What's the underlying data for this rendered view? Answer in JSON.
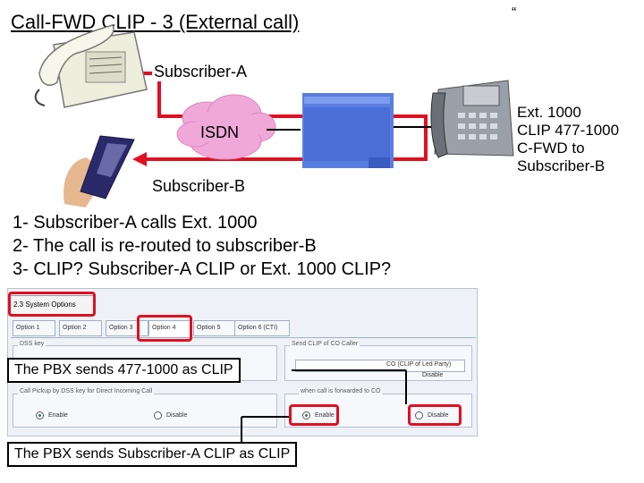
{
  "slide": {
    "title": "Call-FWD CLIP - 3 (External call)",
    "quote_mark": "“"
  },
  "diagram": {
    "subscriber_a": "Subscriber-A",
    "subscriber_b": "Subscriber-B",
    "network": "ISDN",
    "extension_info": [
      "Ext. 1000",
      "CLIP 477-1000",
      "C-FWD to",
      "Subscriber-B"
    ]
  },
  "steps": [
    "1- Subscriber-A calls Ext. 1000",
    "2- The call is re-routed to subscriber-B",
    "3- CLIP? Subscriber-A CLIP or Ext. 1000 CLIP?"
  ],
  "dialog": {
    "title": "2.3 System Options",
    "tabs": [
      "Option 1",
      "Option 2",
      "Option 3",
      "Option 4",
      "Option 5",
      "Option 6 (CTI)"
    ],
    "selected_tab": "Option 4",
    "left_group_label": "DSS key",
    "right_group_label": "Send CLIP of CO Caller",
    "right_dropdown_value": "CO (CLIP of Led Party)",
    "right_dropdown_state": "Disable",
    "lower_left_label": "Call Pickup by DSS key for Direct Incoming Call",
    "lower_left_options": [
      "Enable",
      "Disable"
    ],
    "lower_right_label": "when call is forwarded to CO",
    "lower_right_options": [
      "Enable",
      "Disable"
    ]
  },
  "callouts": {
    "upper": "The PBX sends 477-1000 as CLIP",
    "lower": "The PBX sends Subscriber-A CLIP as CLIP"
  },
  "colors": {
    "route_arrow": "#e01020",
    "highlight": "#e01020",
    "cloud": "#f0a8d8"
  }
}
